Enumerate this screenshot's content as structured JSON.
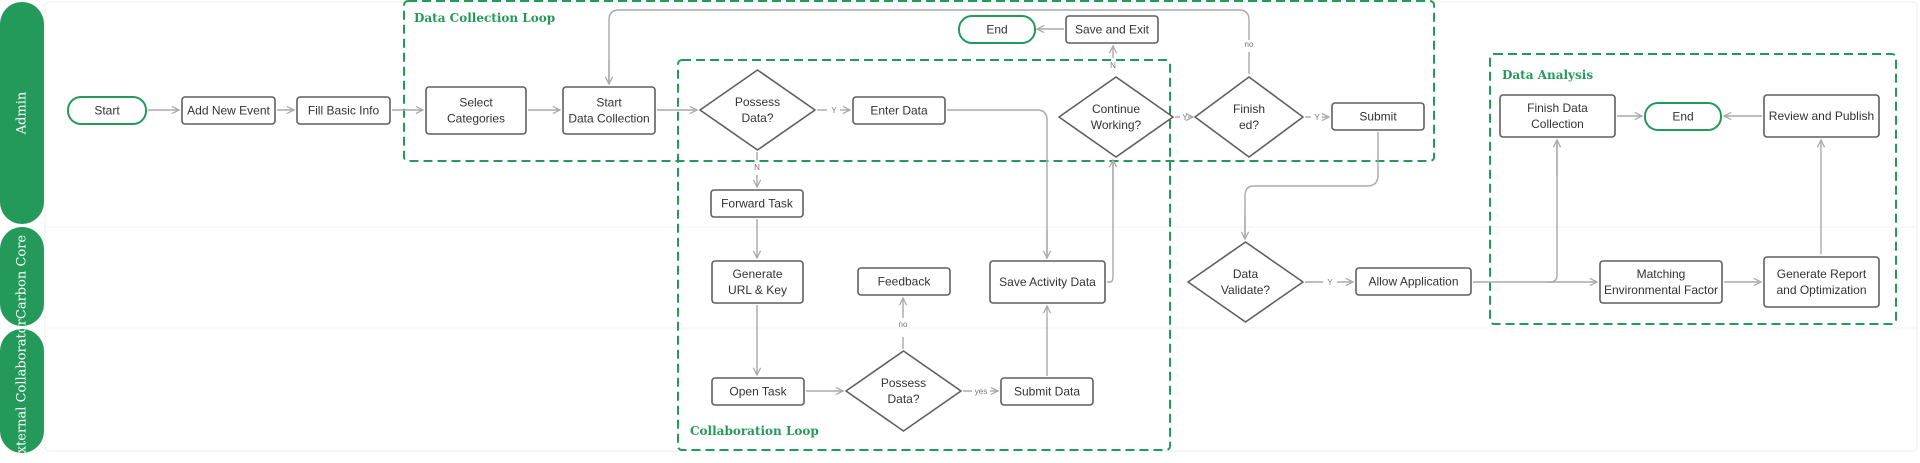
{
  "lanes": [
    {
      "id": "admin",
      "label": "Admin"
    },
    {
      "id": "carbon-core",
      "label": "Carbon Core"
    },
    {
      "id": "external",
      "label": "External Collaborator"
    }
  ],
  "groups": [
    {
      "id": "data-collection-loop",
      "label": "Data Collection Loop"
    },
    {
      "id": "collaboration-loop",
      "label": "Collaboration Loop"
    },
    {
      "id": "data-analysis",
      "label": "Data Analysis"
    }
  ],
  "colors": {
    "accent": "#239a59",
    "node_border": "#5f5f5f",
    "edge": "#a9a9a9",
    "text": "#333333"
  },
  "nodes": {
    "start": [
      "Start"
    ],
    "add_new_event": [
      "Add New Event"
    ],
    "fill_basic_info": [
      "Fill Basic Info"
    ],
    "select_categories": [
      "Select",
      "Categories"
    ],
    "start_data_collection": [
      "Start",
      "Data Collection"
    ],
    "possess_data_admin": [
      "Possess",
      "Data?"
    ],
    "enter_data": [
      "Enter Data"
    ],
    "continue_working": [
      "Continue",
      "Working?"
    ],
    "end_top": [
      "End"
    ],
    "save_and_exit": [
      "Save and Exit"
    ],
    "finished": [
      "Finish",
      "ed?"
    ],
    "submit": [
      "Submit"
    ],
    "forward_task": [
      "Forward Task"
    ],
    "generate_url_key": [
      "Generate",
      "URL & Key"
    ],
    "feedback": [
      "Feedback"
    ],
    "save_activity_data": [
      "Save Activity Data"
    ],
    "open_task": [
      "Open Task"
    ],
    "possess_data_ext": [
      "Possess",
      "Data?"
    ],
    "submit_data": [
      "Submit Data"
    ],
    "data_validate": [
      "Data",
      "Validate?"
    ],
    "allow_application": [
      "Allow Application"
    ],
    "finish_data_collection": [
      "Finish Data",
      "Collection"
    ],
    "end_analysis": [
      "End"
    ],
    "review_and_publish": [
      "Review and Publish"
    ],
    "matching_env_factor": [
      "Matching",
      "Environmental Factor"
    ],
    "generate_report": [
      "Generate Report",
      "and Optimization"
    ]
  },
  "edge_labels": {
    "possess_yes": "Y",
    "possess_no": "N",
    "continue_no": "N",
    "continue_yes": "Y",
    "finished_no": "no",
    "finished_yes": "Y",
    "ext_no": "no",
    "ext_yes": "yes",
    "validate_yes": "Y"
  }
}
